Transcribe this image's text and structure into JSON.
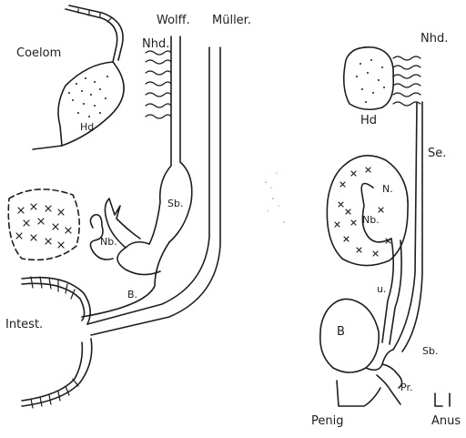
{
  "figure": {
    "left_panel": {
      "labels": {
        "coelom": "Coelom",
        "hd": "Hd",
        "wolff": "Wolff.",
        "muller": "Müller.",
        "nhd": "Nhd.",
        "sb": "Sb.",
        "nb": "Nb.",
        "b": "B.",
        "intest": "Intest."
      }
    },
    "right_panel": {
      "labels": {
        "nhd": "Nhd.",
        "hd": "Hd",
        "se": "Se.",
        "n": "N.",
        "nb": "Nb.",
        "u": "u.",
        "b": "B",
        "sb": "Sb.",
        "pr": "Pr.",
        "penig": "Penig",
        "anus": "Anus"
      }
    }
  }
}
